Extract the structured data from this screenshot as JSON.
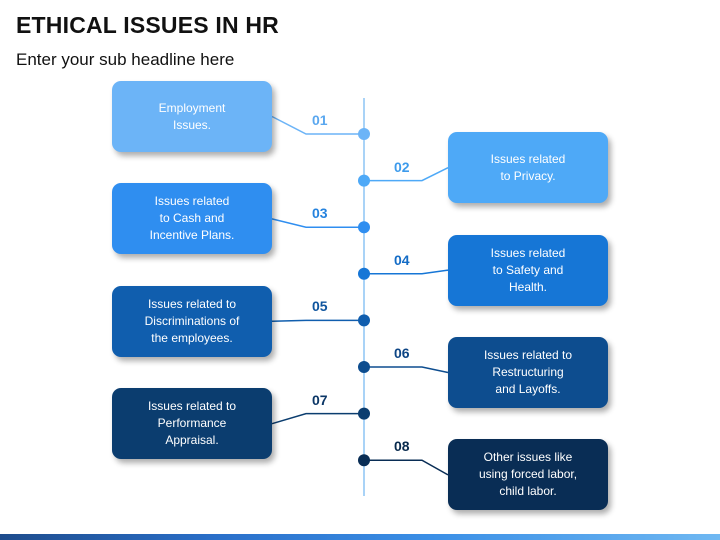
{
  "header": {
    "title": "ETHICAL ISSUES IN HR",
    "subtitle": "Enter your sub headline here"
  },
  "items": [
    {
      "num": "01",
      "text": "Employment\nIssues.",
      "side": "left",
      "color": "#6cb4f7",
      "num_color": "#5aa7ef"
    },
    {
      "num": "02",
      "text": "Issues related\nto Privacy.",
      "side": "right",
      "color": "#4ea9f7",
      "num_color": "#3d9bec"
    },
    {
      "num": "03",
      "text": "Issues related\nto Cash and\nIncentive Plans.",
      "side": "left",
      "color": "#2f8ef0",
      "num_color": "#2683de"
    },
    {
      "num": "04",
      "text": "Issues related\nto Safety and\nHealth.",
      "side": "right",
      "color": "#1676d6",
      "num_color": "#146cc6"
    },
    {
      "num": "05",
      "text": "Issues related to\nDiscriminations of\nthe employees.",
      "side": "left",
      "color": "#105eae",
      "num_color": "#0f559e"
    },
    {
      "num": "06",
      "text": "Issues related to\nRestructuring\nand Layoffs.",
      "side": "right",
      "color": "#0d4d8f",
      "num_color": "#0d4585"
    },
    {
      "num": "07",
      "text": "Issues related to\nPerformance\nAppraisal.",
      "side": "left",
      "color": "#0b3d6f",
      "num_color": "#0b3666"
    },
    {
      "num": "08",
      "text": "Other issues like\nusing forced labor,\nchild labor.",
      "side": "right",
      "color": "#092d55",
      "num_color": "#082a4d"
    }
  ]
}
